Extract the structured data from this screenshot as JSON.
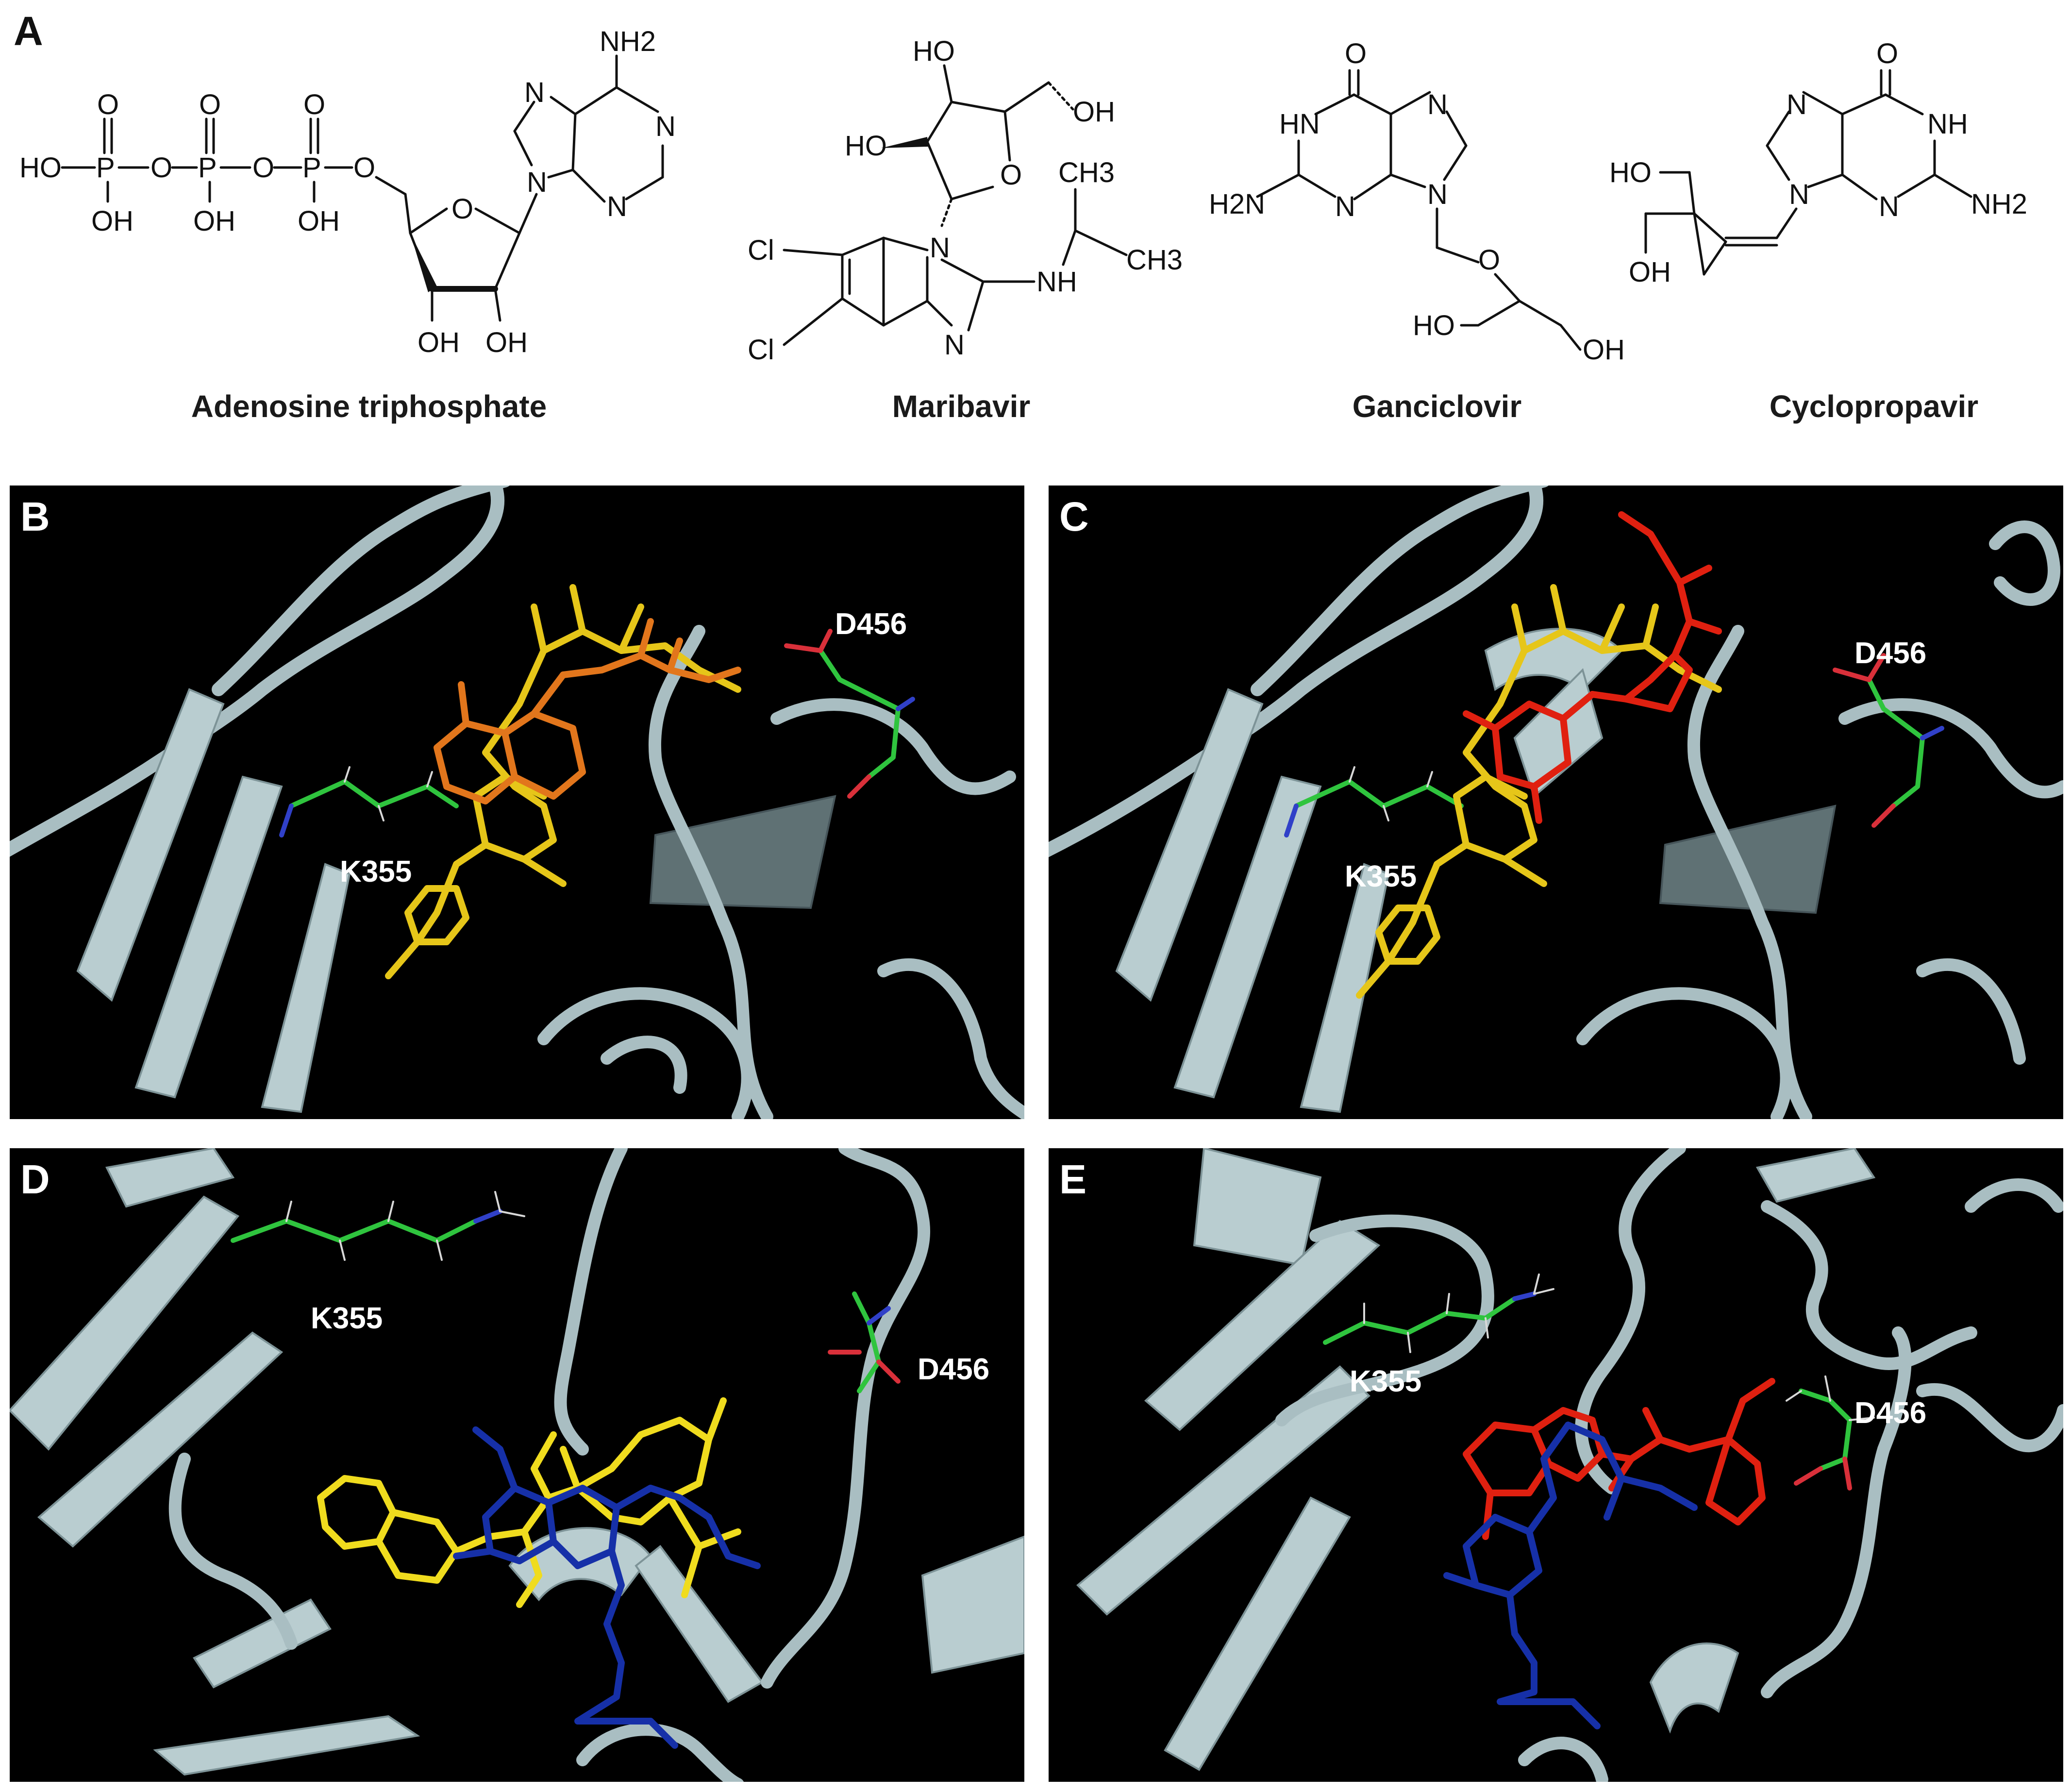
{
  "panel_a": {
    "letter": "A",
    "compounds": [
      {
        "name": "Adenosine triphosphate",
        "atoms": {
          "nh2": "NH2",
          "n": "N",
          "o": "O",
          "p": "P",
          "ho": "HO",
          "oh": "OH"
        }
      },
      {
        "name": "Maribavir",
        "atoms": {
          "ho": "HO",
          "oh": "OH",
          "o": "O",
          "cl": "Cl",
          "n": "N",
          "nh": "NH",
          "ch3": "CH3"
        }
      },
      {
        "name": "Ganciclovir",
        "atoms": {
          "o": "O",
          "hn": "HN",
          "n": "N",
          "h2n": "H2N",
          "ho": "HO",
          "oh": "OH"
        }
      },
      {
        "name": "Cyclopropavir",
        "atoms": {
          "o": "O",
          "n": "N",
          "nh": "NH",
          "nh2": "NH2",
          "ho": "HO",
          "oh": "OH"
        }
      }
    ]
  },
  "docking_panels": [
    {
      "letter": "B",
      "residues": [
        "K355",
        "D456"
      ],
      "ligand_colors": [
        "#e6c619",
        "#e2761c"
      ]
    },
    {
      "letter": "C",
      "residues": [
        "K355",
        "D456"
      ],
      "ligand_colors": [
        "#e6c619",
        "#e02010"
      ]
    },
    {
      "letter": "D",
      "residues": [
        "K355",
        "D456"
      ],
      "ligand_colors": [
        "#f0dc1e",
        "#1630a8"
      ]
    },
    {
      "letter": "E",
      "residues": [
        "K355",
        "D456"
      ],
      "ligand_colors": [
        "#e02010",
        "#1630a8"
      ]
    }
  ],
  "colors": {
    "residue_carbon": "#2fc43e",
    "residue_oxygen": "#d9303a",
    "residue_nitrogen": "#3040c8",
    "protein_ribbon": "#a9bec2",
    "background": "#000000"
  }
}
